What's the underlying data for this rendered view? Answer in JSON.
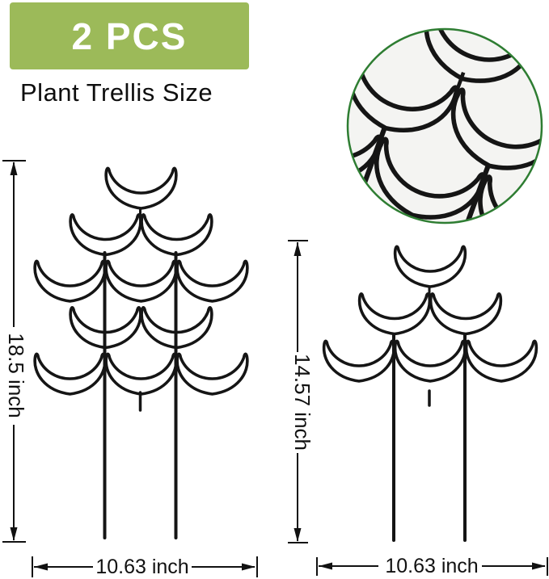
{
  "header": {
    "badge": {
      "label": "2 PCS",
      "bg_color": "#9cba59",
      "text_color": "#ffffff"
    },
    "subtitle": "Plant Trellis Size"
  },
  "inset": {
    "description": "zoomed-photo-detail-of-crescent-trellis",
    "border_color": "#2e7d32",
    "bg_color": "#f4f4f2"
  },
  "diagram": {
    "wire_color": "#151515",
    "dimension_color": "#111111",
    "left_trellis": {
      "rows_crescent_counts": [
        1,
        2,
        3,
        2,
        3
      ],
      "height_label": "18.5 inch",
      "width_label": "10.63 inch"
    },
    "right_trellis": {
      "rows_crescent_counts": [
        1,
        2,
        3
      ],
      "height_label": "14.57 inch",
      "width_label": "10.63 inch"
    }
  }
}
